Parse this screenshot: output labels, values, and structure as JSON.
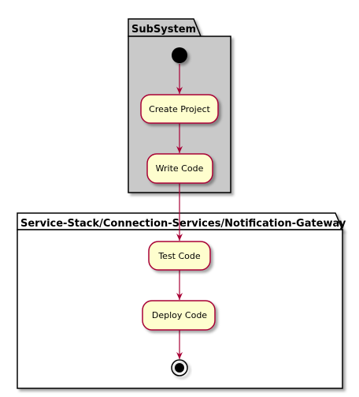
{
  "diagram": {
    "type": "uml-activity",
    "colors": {
      "package_fill_subsystem": "#C9C9C9",
      "package_fill_service": "#FFFFFF",
      "package_stroke": "#000000",
      "node_fill": "#FEFECE",
      "node_stroke": "#A80036",
      "arrow": "#A80036",
      "start_end": "#000000"
    },
    "packages": [
      {
        "id": "subsystem",
        "title": "SubSystem"
      },
      {
        "id": "service",
        "title": "Service-Stack/Connection-Services/Notification-Gateway"
      }
    ],
    "nodes": [
      {
        "id": "start",
        "kind": "start",
        "package": "subsystem"
      },
      {
        "id": "create",
        "kind": "action",
        "label": "Create Project",
        "package": "subsystem"
      },
      {
        "id": "write",
        "kind": "action",
        "label": "Write Code",
        "package": "subsystem"
      },
      {
        "id": "test",
        "kind": "action",
        "label": "Test Code",
        "package": "service"
      },
      {
        "id": "deploy",
        "kind": "action",
        "label": "Deploy Code",
        "package": "service"
      },
      {
        "id": "end",
        "kind": "end",
        "package": "service"
      }
    ],
    "edges": [
      {
        "from": "start",
        "to": "create"
      },
      {
        "from": "create",
        "to": "write"
      },
      {
        "from": "write",
        "to": "test"
      },
      {
        "from": "test",
        "to": "deploy"
      },
      {
        "from": "deploy",
        "to": "end"
      }
    ]
  }
}
